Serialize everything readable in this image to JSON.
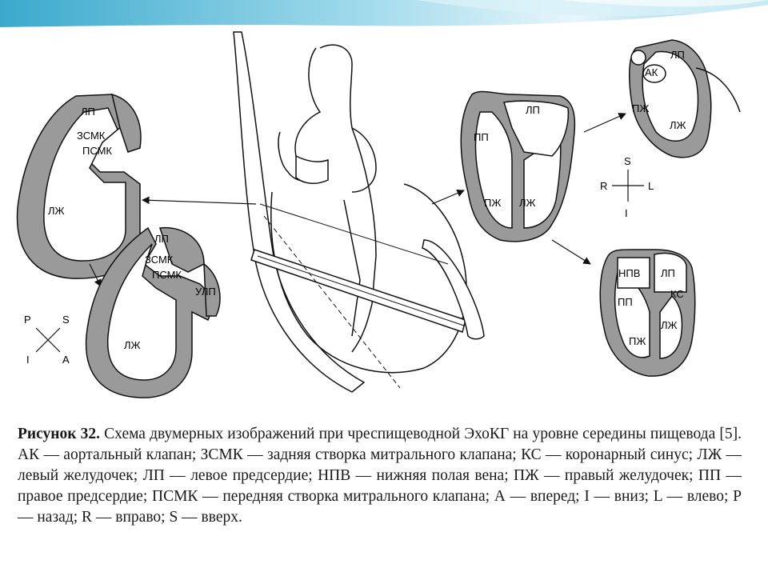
{
  "figure": {
    "labels": {
      "lp": "ЛП",
      "zsmk": "ЗСМК",
      "psmk": "ПСМК",
      "lzh": "ЛЖ",
      "ulp": "УЛП",
      "pp": "ПП",
      "pzh": "ПЖ",
      "ak": "АК",
      "npv": "НПВ",
      "ks": "КС"
    },
    "axes_left": {
      "p": "P",
      "s": "S",
      "i": "I",
      "a": "A"
    },
    "axes_right": {
      "s": "S",
      "r": "R",
      "l": "L",
      "i": "I"
    }
  },
  "caption": {
    "label": "Рисунок 32.",
    "text": "Схема двумерных изображений при чреспищеводной ЭхоКГ на уровне середины пищевода [5]. АК — аортальный клапан; ЗСМК — задняя створка митрального клапана; КС — коронарный синус; ЛЖ — левый желудочек; ЛП — левое предсердие; НПВ — нижняя полая вена; ПЖ — правый желудочек; ПП — правое предсердие; ПСМК — передняя створка митрального клапана; А — вперед; I — вниз; L — влево; Р — назад; R — вправо; S — вверх."
  },
  "colors": {
    "wall": "#9a9a9a",
    "outline": "#111111",
    "banner": "#bfe6f2"
  }
}
